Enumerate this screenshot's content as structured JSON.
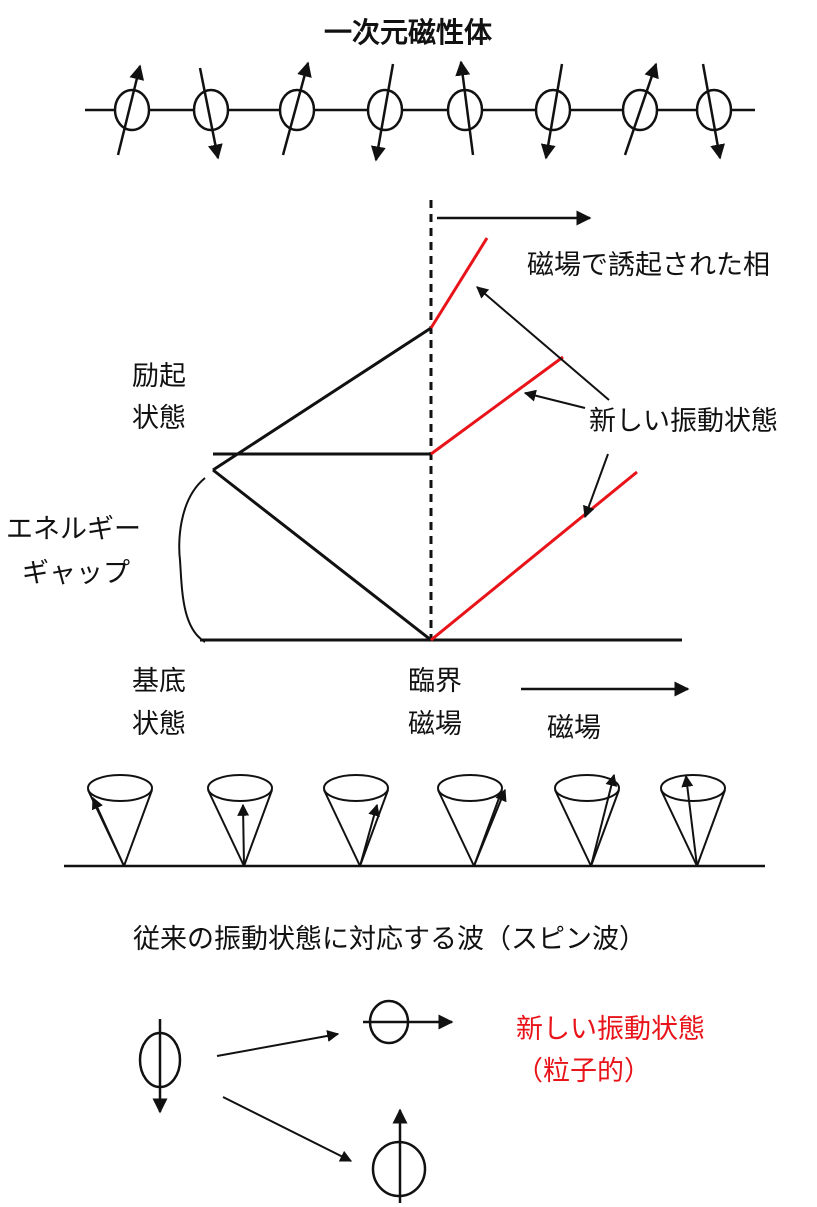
{
  "title": "一次元磁性体",
  "labels": {
    "field_induced_phase": "磁場で誘起された相",
    "excited_state_line1": "励起",
    "excited_state_line2": "状態",
    "new_vibration_state": "新しい振動状態",
    "energy_gap_line1": "エネルギー",
    "energy_gap_line2": "ギャップ",
    "ground_state_line1": "基底",
    "ground_state_line2": "状態",
    "critical_field_line1": "臨界",
    "critical_field_line2": "磁場",
    "magnetic_field": "磁場",
    "spin_wave_caption": "従来の振動状態に対応する波（スピン波）",
    "new_state_red_line1": "新しい振動状態",
    "new_state_red_line2": "（粒子的）"
  },
  "colors": {
    "line": "#111111",
    "highlight": "#e8141a"
  }
}
